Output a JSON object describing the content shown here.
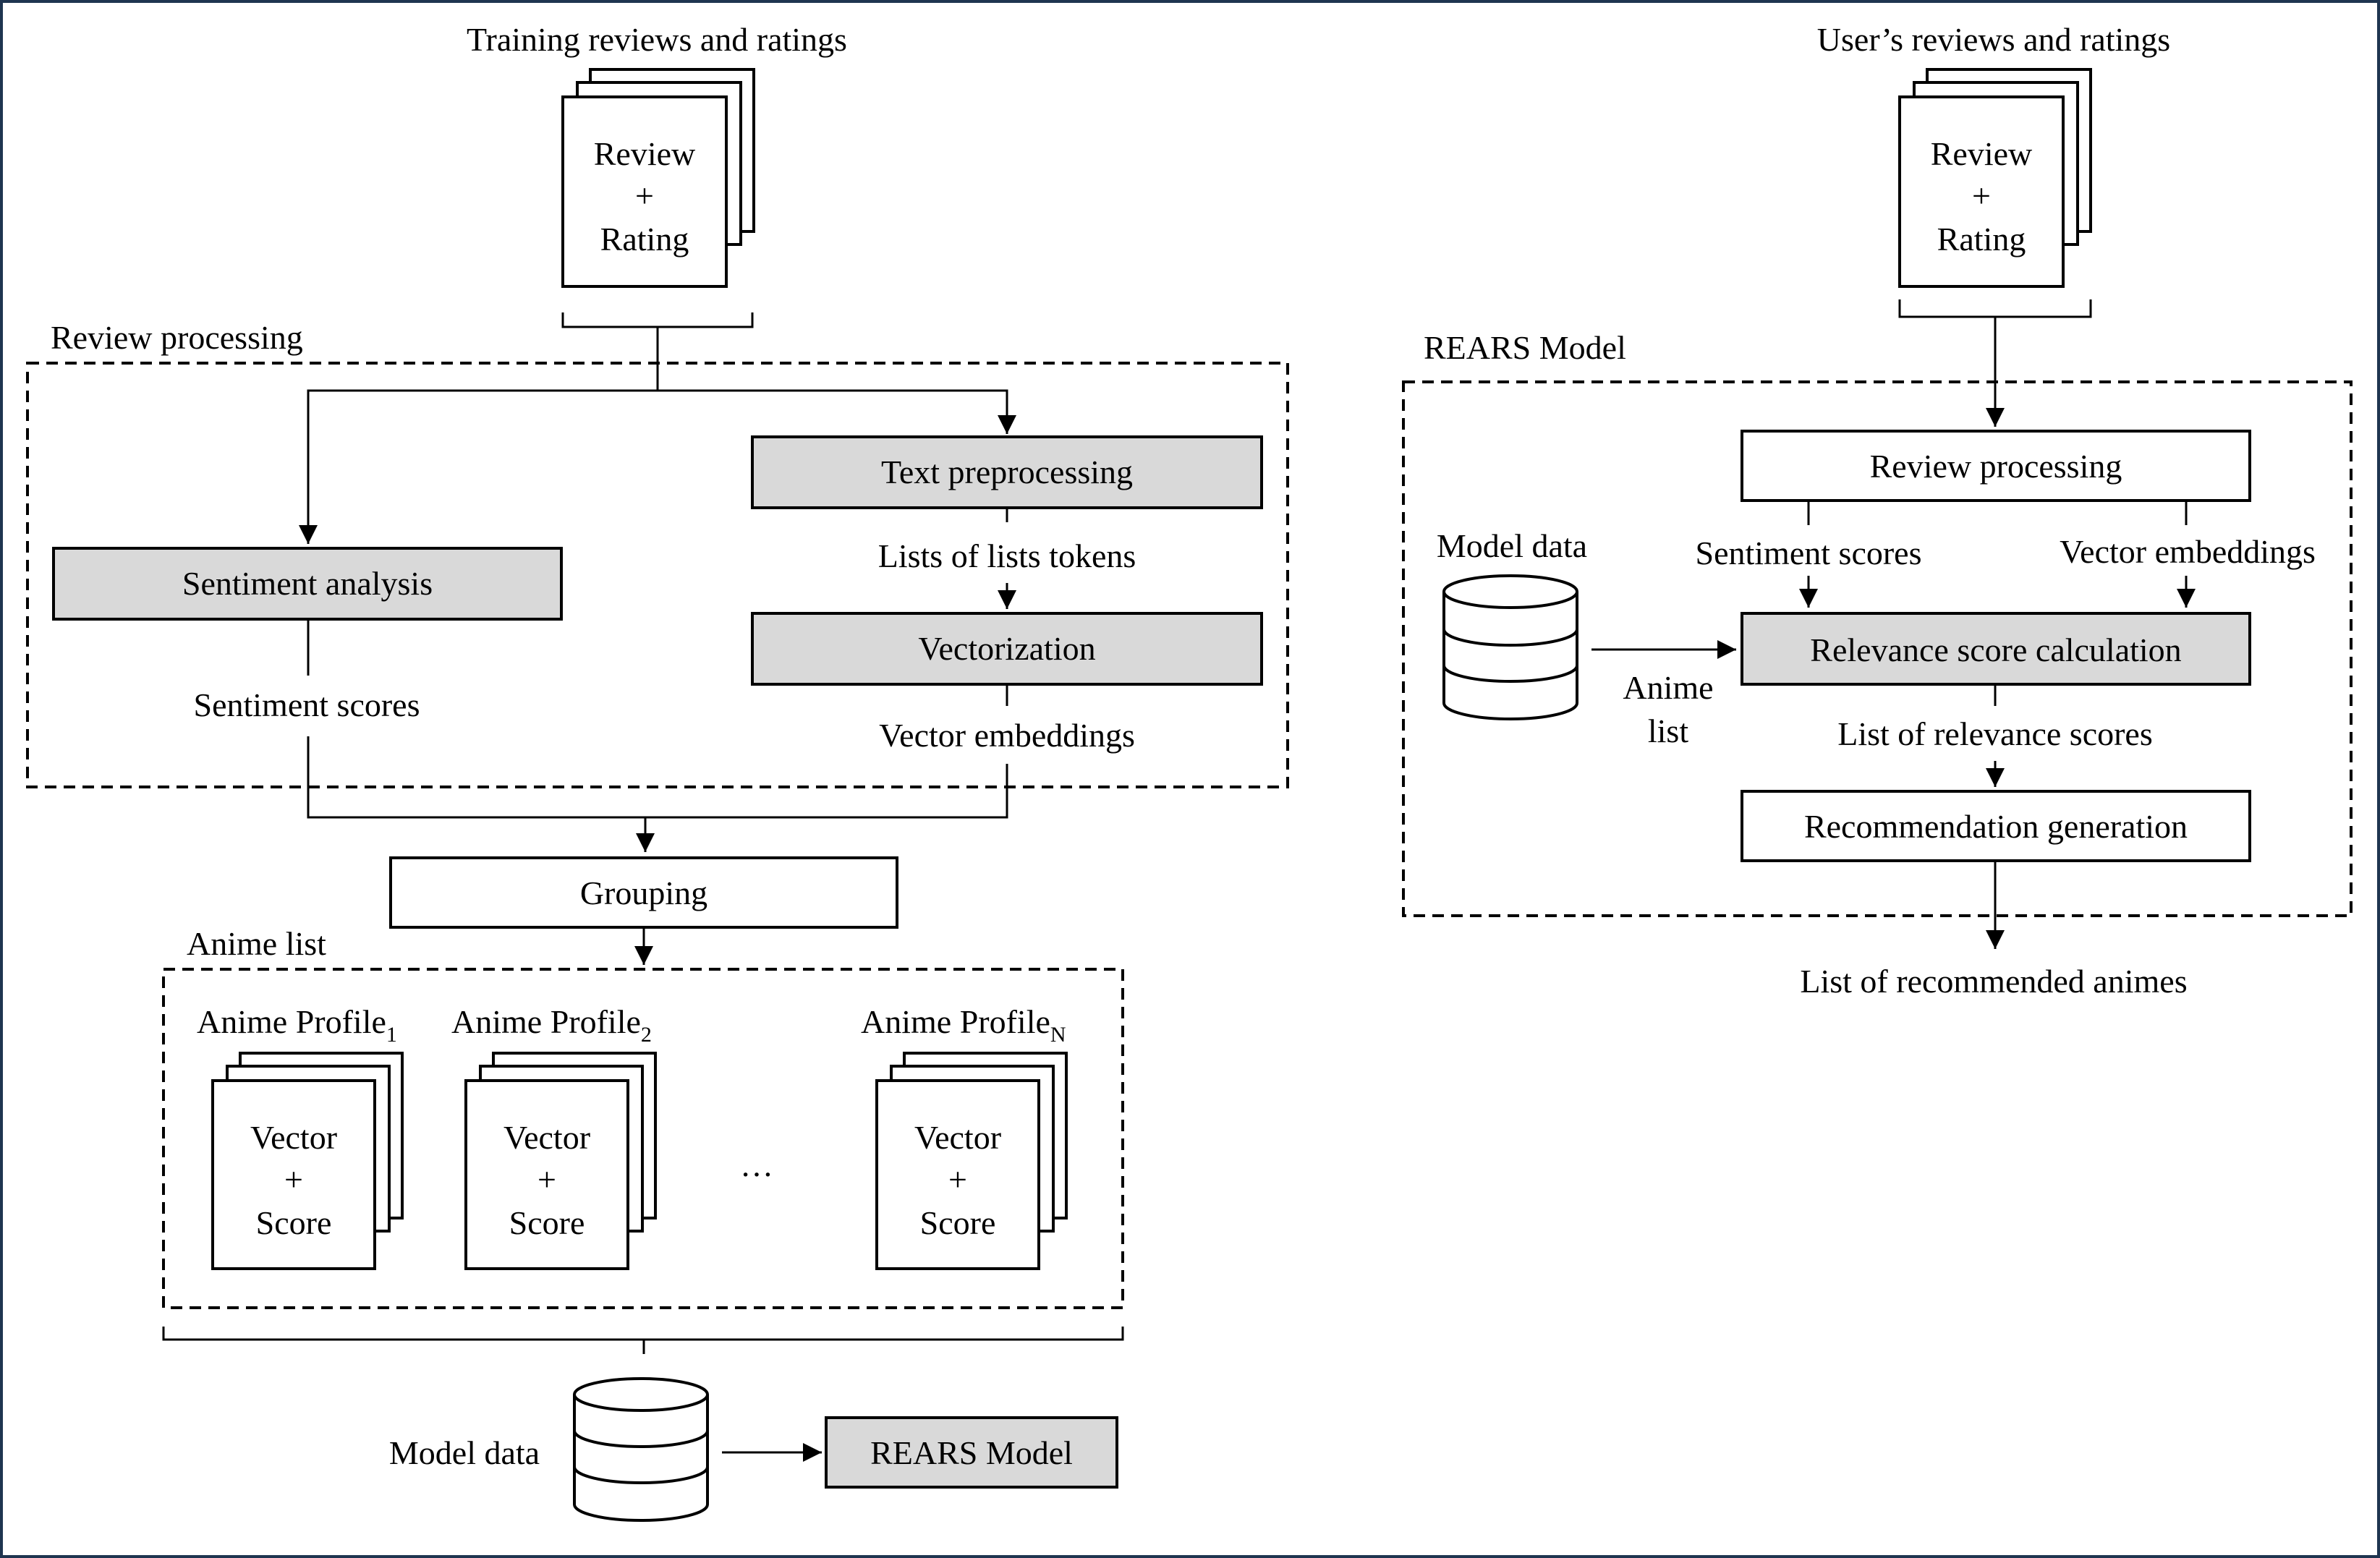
{
  "left": {
    "input_title": "Training reviews and ratings",
    "input_doc": [
      "Review",
      "+",
      "Rating"
    ],
    "review_processing_label": "Review processing",
    "text_preprocessing": "Text preprocessing",
    "tokens_label": "Lists of lists tokens",
    "vectorization": "Vectorization",
    "vector_embeddings": "Vector embeddings",
    "sentiment_analysis": "Sentiment analysis",
    "sentiment_scores": "Sentiment scores",
    "grouping": "Grouping",
    "anime_list_label": "Anime list",
    "profiles": [
      {
        "name": "Anime Profile",
        "sub": "1"
      },
      {
        "name": "Anime Profile",
        "sub": "2"
      },
      {
        "name": "Anime Profile",
        "sub": "N"
      }
    ],
    "profile_doc": [
      "Vector",
      "+",
      "Score"
    ],
    "ellipsis": "…",
    "model_data": "Model data",
    "rears_model": "REARS Model"
  },
  "right": {
    "input_title": "User’s reviews and ratings",
    "input_doc": [
      "Review",
      "+",
      "Rating"
    ],
    "rears_model_label": "REARS Model",
    "review_processing": "Review processing",
    "sentiment_scores": "Sentiment scores",
    "vector_embeddings": "Vector embeddings",
    "model_data": "Model data",
    "anime_list": [
      "Anime",
      "list"
    ],
    "relevance_calc": "Relevance score calculation",
    "relevance_list": "List of relevance scores",
    "recommendation_generation": "Recommendation generation",
    "output": "List of recommended animes"
  },
  "colors": {
    "frame": "#1f3550",
    "process_fill": "#d9d9d9"
  }
}
